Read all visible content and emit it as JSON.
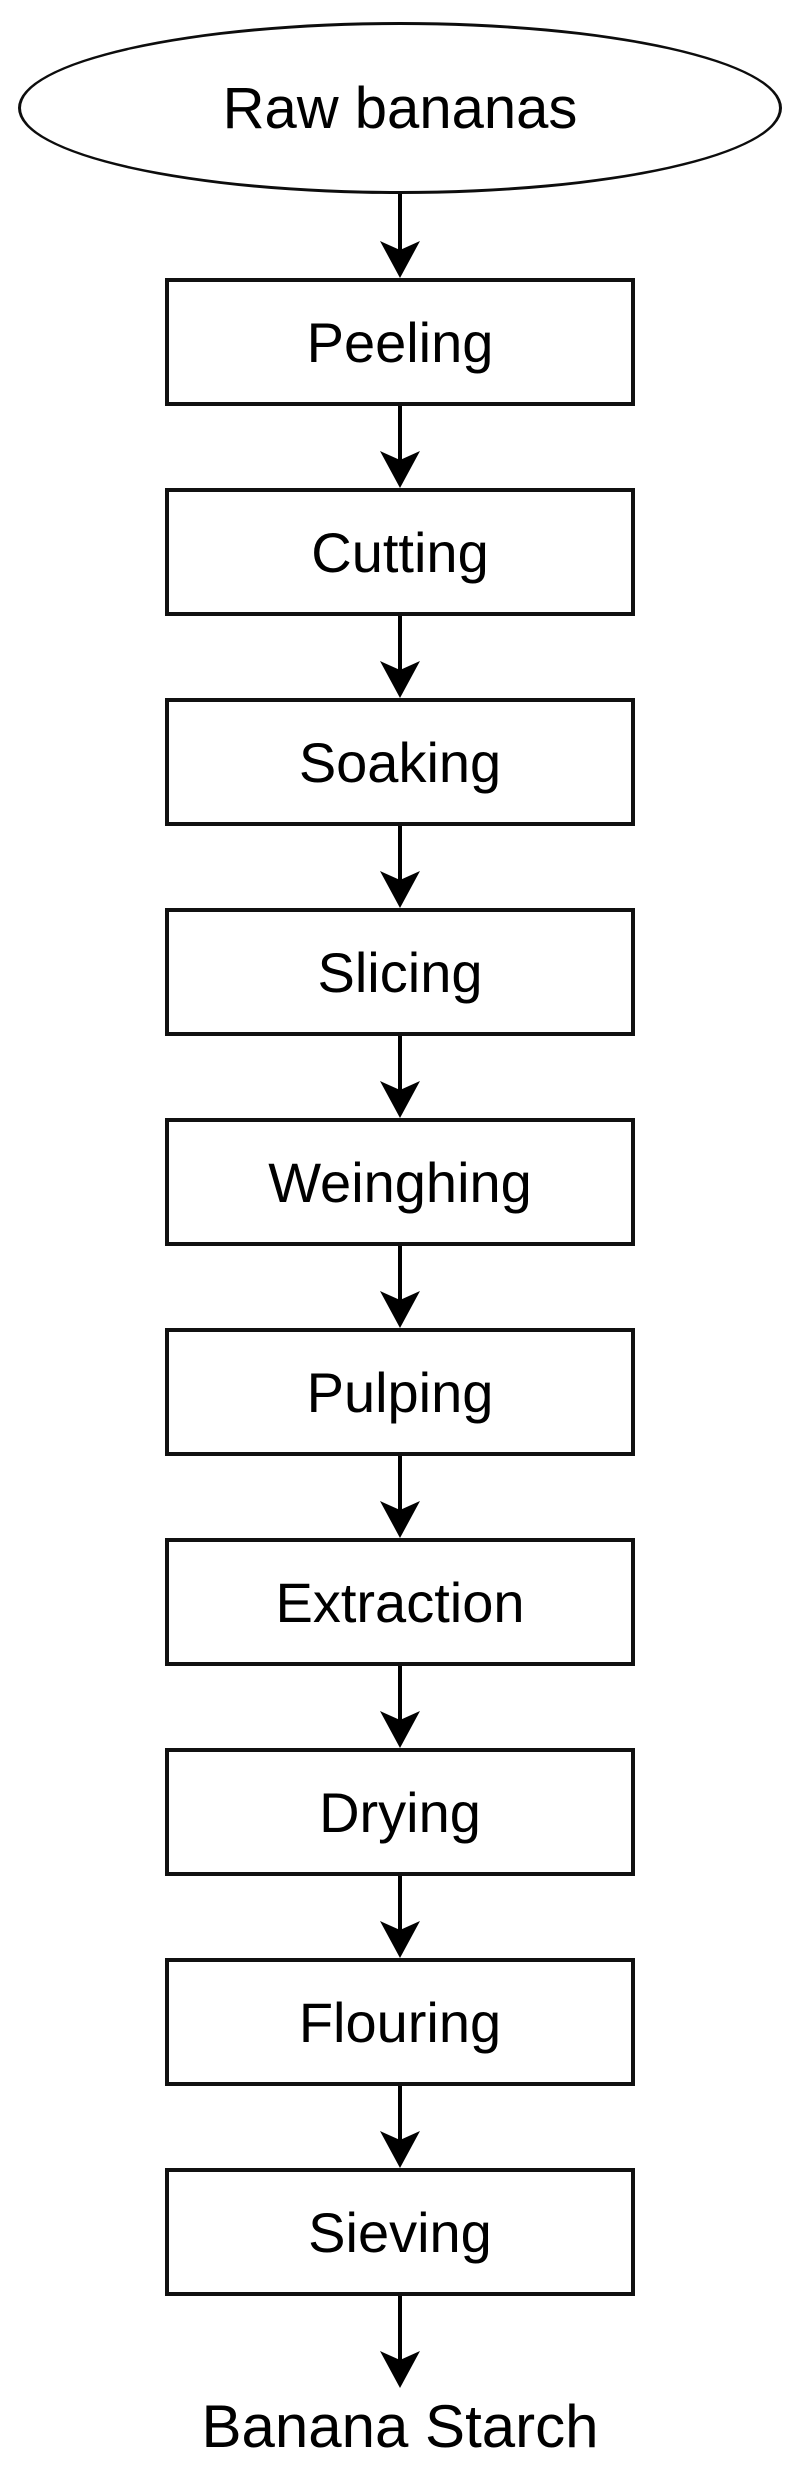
{
  "flowchart": {
    "title_implicit": "Banana starch production process flowchart",
    "start": {
      "label": "Raw bananas",
      "shape": "ellipse"
    },
    "steps": [
      {
        "label": "Peeling"
      },
      {
        "label": "Cutting"
      },
      {
        "label": "Soaking"
      },
      {
        "label": "Slicing"
      },
      {
        "label": "Weinghing"
      },
      {
        "label": "Pulping"
      },
      {
        "label": "Extraction"
      },
      {
        "label": "Drying"
      },
      {
        "label": "Flouring"
      },
      {
        "label": "Sieving"
      }
    ],
    "end": {
      "label": "Banana Starch"
    },
    "connector": {
      "icon": "arrow-down-icon",
      "direction": "down"
    },
    "colors": {
      "stroke": "#111111",
      "background": "#ffffff",
      "text": "#000000"
    }
  }
}
